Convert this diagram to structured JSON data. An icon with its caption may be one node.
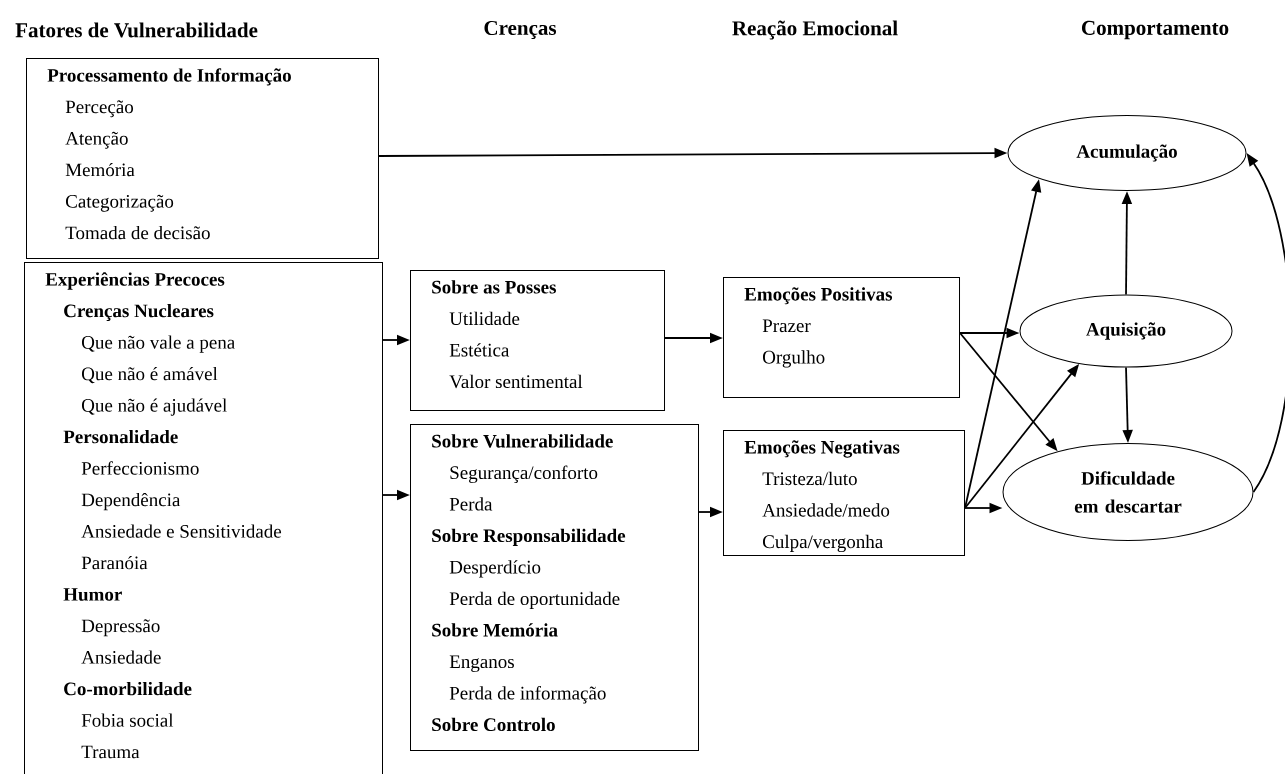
{
  "diagram": {
    "nodes": [
      {
        "text": [
          "Processamento de Informação",
          "Perceção",
          "Atenção",
          "Memória",
          "Categorização",
          "Tomada de decisão"
        ]
      },
      {
        "text": [
          "Experiências Precoces",
          "Crenças Nucleares",
          "Que não vale a pena",
          "Que não é amável",
          "Que não é ajudável",
          "Personalidade",
          "Perfeccionismo",
          "Dependência",
          "Ansiedade e Sensitividade",
          "Paranóia",
          "Humor",
          "Depressão",
          "Ansiedade",
          "Co-morbilidade",
          "Fobia social",
          "Trauma"
        ]
      },
      {
        "text": [
          "Sobre as Posses",
          "Utilidade",
          "Estética",
          "Valor sentimental"
        ]
      },
      {
        "text": [
          "Sobre Vulnerabilidade",
          "Segurança/conforto",
          "Perda",
          "Sobre Responsabilidade",
          "Desperdício",
          "Perda de oportunidade",
          "Sobre Memória",
          "Enganos",
          "Perda de informação",
          "Sobre Controlo"
        ]
      },
      {
        "text": [
          "Emoções Positivas",
          "Prazer",
          "Orgulho"
        ]
      },
      {
        "text": [
          "Emoções Negativas",
          "Tristeza/luto",
          "Ansiedade/medo",
          "Culpa/vergonha"
        ]
      },
      {
        "text": [
          "Acumulação"
        ]
      },
      {
        "text": [
          "Aquisição"
        ]
      },
      {
        "text": [
          "Dificuldade em descartar"
        ]
      }
    ],
    "edges": [
      {
        "from": 0,
        "to": 6,
        "arrow": "to"
      },
      {
        "from": 1,
        "to": 2,
        "arrow": "to"
      },
      {
        "from": 1,
        "to": 3,
        "arrow": "to"
      },
      {
        "from": 2,
        "to": 4,
        "arrow": "to"
      },
      {
        "from": 3,
        "to": 5,
        "arrow": "to"
      },
      {
        "from": 4,
        "to": 7,
        "arrow": "to"
      },
      {
        "from": 4,
        "to": 8,
        "arrow": "to"
      },
      {
        "from": 5,
        "to": 6,
        "arrow": "to"
      },
      {
        "from": 5,
        "to": 7,
        "arrow": "to"
      },
      {
        "from": 5,
        "to": 8,
        "arrow": "to"
      },
      {
        "from": 7,
        "to": 6,
        "arrow": "to"
      },
      {
        "from": 7,
        "to": 8,
        "arrow": "to"
      },
      {
        "from": 8,
        "to": 6,
        "arrow": "to"
      }
    ],
    "labels": [
      "Fatores de Vulnerabilidade",
      "Crenças",
      "Reação Emocional",
      "Comportamento"
    ]
  }
}
